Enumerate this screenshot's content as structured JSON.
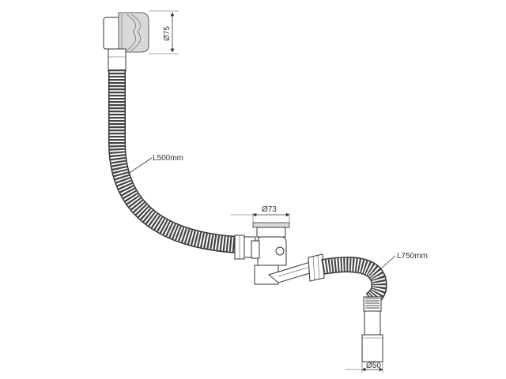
{
  "labels": {
    "overflow_diameter": "Ø75",
    "hose_length_overflow": "L500mm",
    "drain_diameter": "Ø73",
    "hose_length_outlet": "L750mm",
    "outlet_diameter": "Ø50"
  },
  "colors": {
    "line": "#333333",
    "hose_fill": "#6e6e6e",
    "part_fill": "#ffffff",
    "shade_fill": "#d9d9d9"
  },
  "icons": {
    "arrowheads": "dimension-arrow-icon"
  }
}
